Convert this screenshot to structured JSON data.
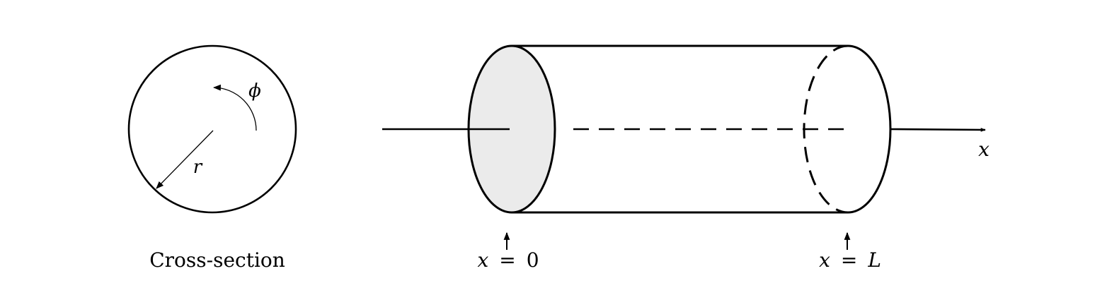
{
  "cross_section": {
    "caption": "Cross-section",
    "radius_symbol": "r",
    "angle_symbol": "ϕ"
  },
  "cylinder": {
    "axis_symbol": "x",
    "start_marker": {
      "variable": "x",
      "equals": "=",
      "value": "0"
    },
    "end_marker": {
      "variable": "x",
      "equals": "=",
      "value": "L"
    }
  },
  "colors": {
    "stroke": "#000000",
    "end_face_fill": "#ebebeb",
    "background": "#ffffff"
  }
}
